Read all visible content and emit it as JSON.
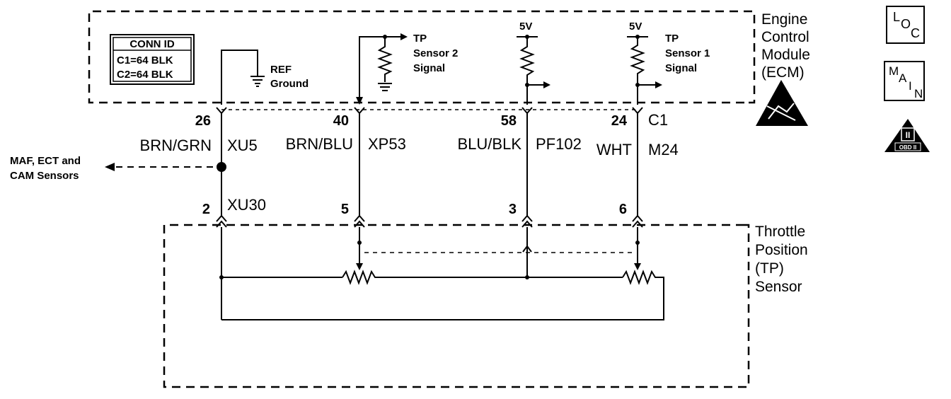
{
  "ecm": {
    "title_lines": [
      "Engine",
      "Control",
      "Module",
      "(ECM)"
    ],
    "conn_id": {
      "title": "CONN ID",
      "lines": [
        "C1=64 BLK",
        "C2=64 BLK"
      ]
    },
    "ref_ground": [
      "REF",
      "Ground"
    ],
    "tp_sensor2": [
      "TP",
      "Sensor 2",
      "Signal"
    ],
    "tp_sensor1": [
      "TP",
      "Sensor 1",
      "Signal"
    ],
    "supply_a": "5V",
    "supply_b": "5V",
    "connector": "C1"
  },
  "wires": [
    {
      "ecm_pin": "26",
      "color": "BRN/GRN",
      "circuit": "XU5",
      "sensor_pin": "2",
      "sensor_circuit": "XU30"
    },
    {
      "ecm_pin": "40",
      "color": "BRN/BLU",
      "circuit": "XP53",
      "sensor_pin": "5"
    },
    {
      "ecm_pin": "58",
      "color": "BLU/BLK",
      "circuit": "PF102",
      "sensor_pin": "3"
    },
    {
      "ecm_pin": "24",
      "color": "WHT",
      "circuit": "M24",
      "sensor_pin": "6"
    }
  ],
  "splice_label": [
    "MAF, ECT and",
    "CAM Sensors"
  ],
  "tp_sensor": {
    "title_lines": [
      "Throttle",
      "Position",
      "(TP)",
      "Sensor"
    ]
  },
  "icons": {
    "loc": {
      "l": "L",
      "o": "O",
      "c": "C"
    },
    "main": {
      "m": "M",
      "a": "A",
      "i": "I",
      "n": "N"
    },
    "esd": "esd-warning-icon",
    "obd": {
      "mark": "II",
      "label": "OBD II"
    }
  }
}
